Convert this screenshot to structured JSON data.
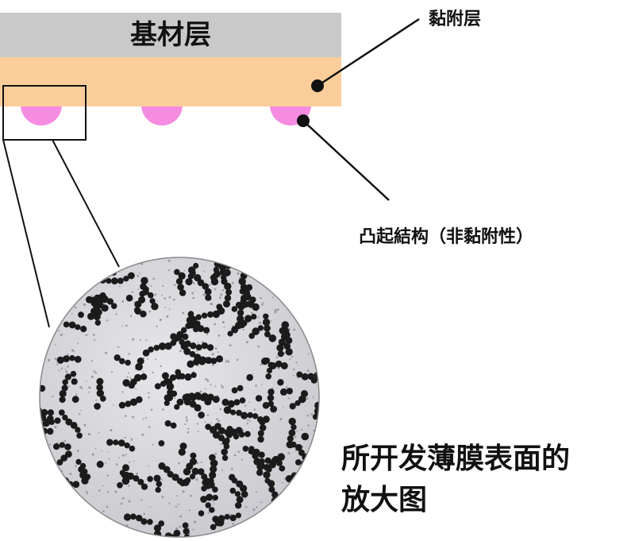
{
  "labels": {
    "substrate": "基材层",
    "adhesive": "黏附层",
    "convex": "凸起結构（非黏附性）",
    "magnified_line1": "所开发薄膜表面的",
    "magnified_line2": "放大图"
  },
  "colors": {
    "substrate": "#c9c9c9",
    "adhesive": "#fbcd9a",
    "bump": "#f58ce0",
    "surface": "#d8d8dc",
    "dot": "#1b1b1b",
    "line": "#111111"
  }
}
